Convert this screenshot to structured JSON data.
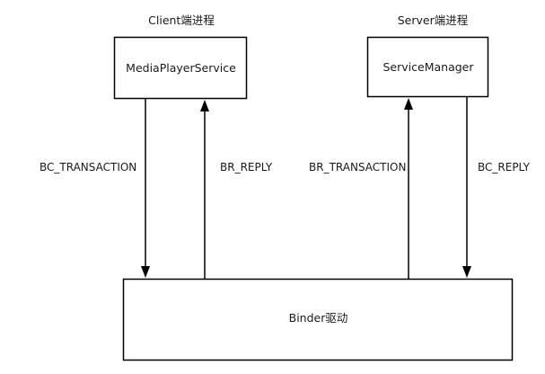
{
  "diagram": {
    "client_group_label": "Client端进程",
    "server_group_label": "Server端进程",
    "nodes": {
      "client": "MediaPlayerService",
      "server": "ServiceManager",
      "binder": "Binder驱动"
    },
    "edges": {
      "client_to_binder": "BC_TRANSACTION",
      "binder_to_client": "BR_REPLY",
      "binder_to_server": "BR_TRANSACTION",
      "server_to_binder": "BC_REPLY"
    },
    "colors": {
      "stroke": "#000000",
      "text": "#1a1a1a",
      "background": "#ffffff"
    }
  }
}
